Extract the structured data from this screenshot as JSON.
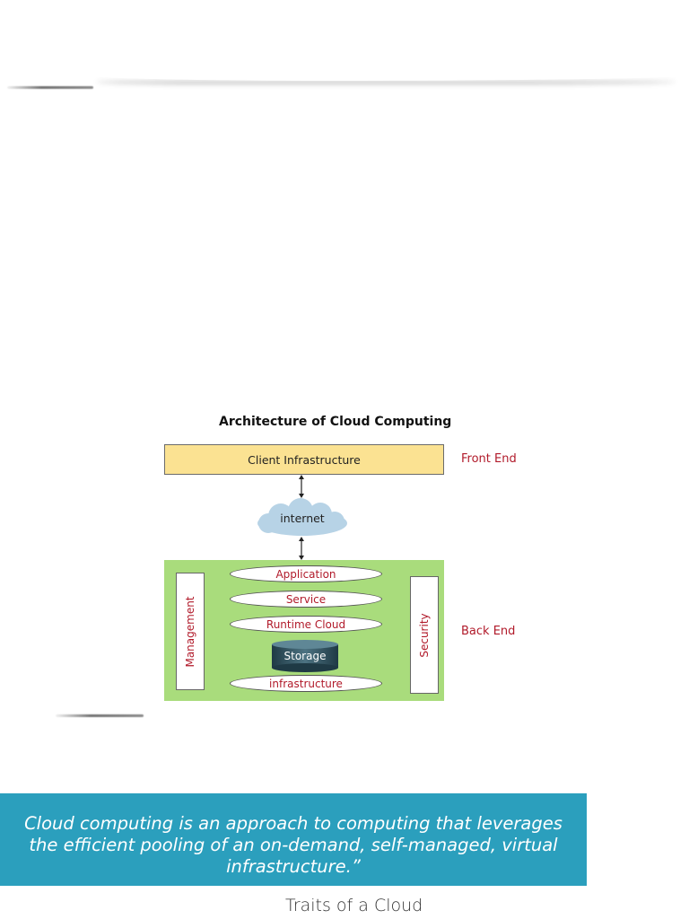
{
  "diagram": {
    "title": "Architecture of Cloud Computing",
    "client": "Client Infrastructure",
    "front_end_label": "Front End",
    "internet": "internet",
    "back_end_label": "Back End",
    "management": "Management",
    "security": "Security",
    "layers": [
      "Application",
      "Service",
      "Runtime Cloud"
    ],
    "storage": "Storage",
    "infrastructure": "infrastructure",
    "colors": {
      "client_fill": "#fbe292",
      "backend_fill": "#a9dc7c",
      "accent_text": "#b11a2a",
      "cloud_fill": "#b7d3e6",
      "storage_fill": "#2f4f5c"
    }
  },
  "quote": {
    "text": "Cloud computing is an approach to computing that leverages the efficient pooling of an on-demand, self-managed, virtual infrastructure.”",
    "background": "#2b9fbd"
  },
  "section_title": "Traits of a Cloud"
}
